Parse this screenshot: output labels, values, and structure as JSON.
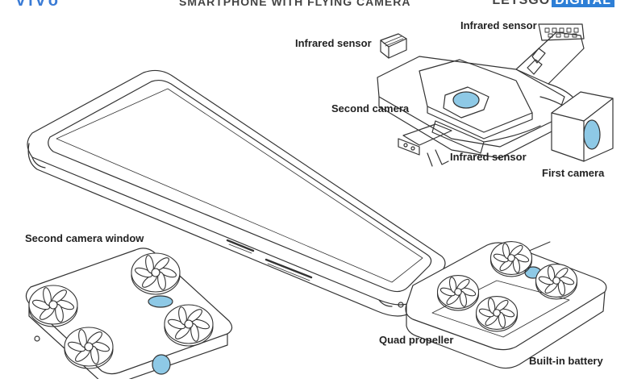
{
  "header": {
    "logo_text": "vivo",
    "title": "SMARTPHONE WITH FLYING CAMERA",
    "brand_left": "LETSGO",
    "brand_right": "DIGITAL"
  },
  "labels": {
    "infrared_sensor_top_left": "Infrared sensor",
    "infrared_sensor_top_right": "Infrared sensor",
    "second_camera": "Second camera",
    "infrared_sensor_bottom": "Infrared sensor",
    "first_camera": "First camera",
    "second_camera_window": "Second camera window",
    "quad_propeller": "Quad propeller",
    "built_in_battery": "Built-in battery"
  },
  "colors": {
    "line": "#333333",
    "lens_fill": "#8ec9e6",
    "brand_blue": "#2e7fd6"
  }
}
